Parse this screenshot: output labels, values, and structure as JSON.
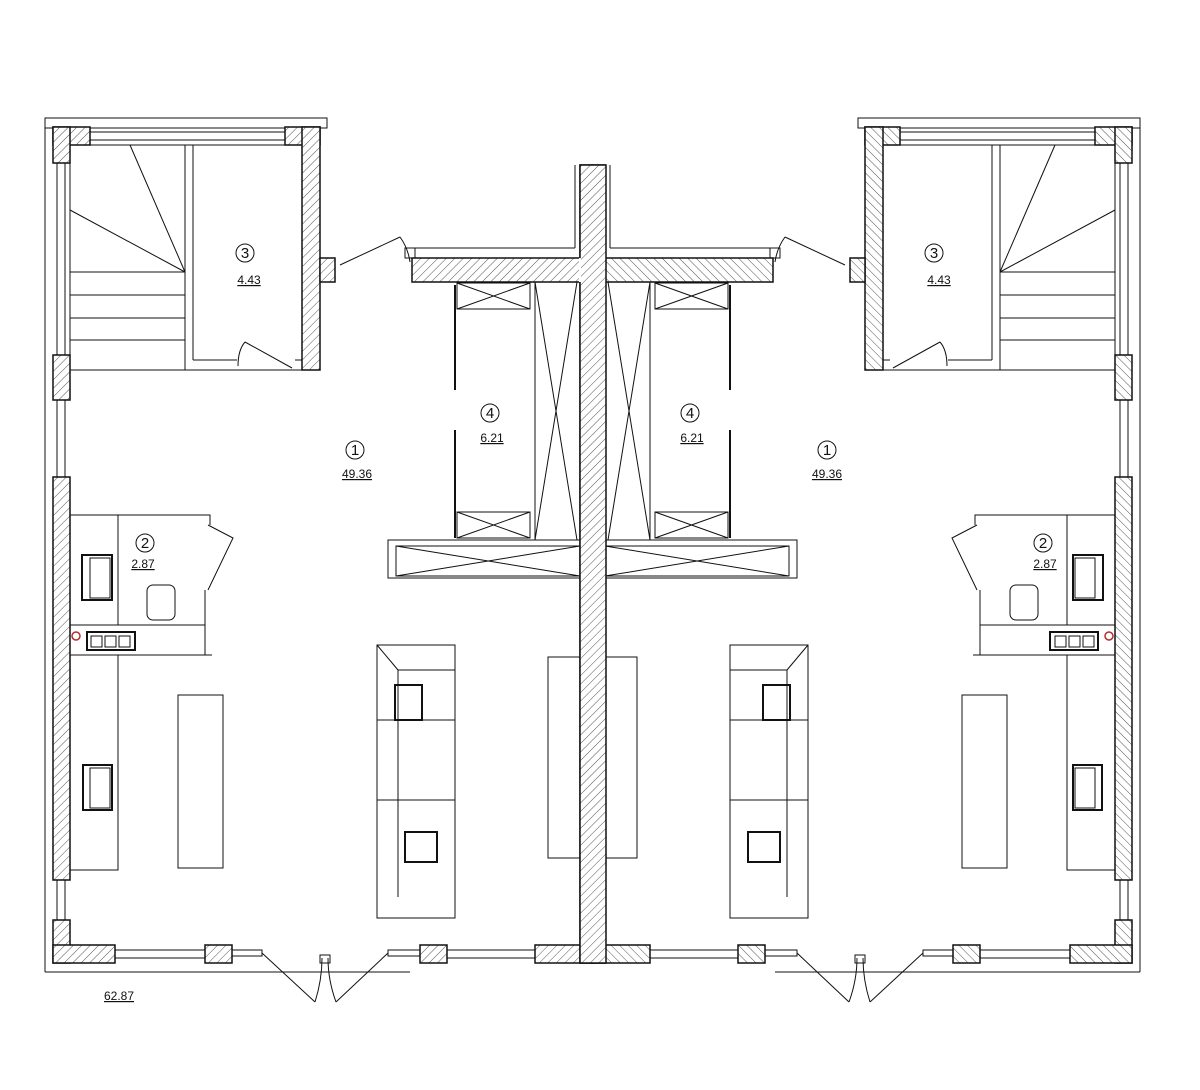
{
  "rooms": {
    "left": [
      {
        "number": "1",
        "area": "49.36"
      },
      {
        "number": "2",
        "area": "2.87"
      },
      {
        "number": "3",
        "area": "4.43"
      },
      {
        "number": "4",
        "area": "6.21"
      }
    ],
    "right": [
      {
        "number": "1",
        "area": "49.36"
      },
      {
        "number": "2",
        "area": "2.87"
      },
      {
        "number": "3",
        "area": "4.43"
      },
      {
        "number": "4",
        "area": "6.21"
      }
    ]
  },
  "total_area": "62.87",
  "colors": {
    "line": "#111111",
    "accent": "#b03030"
  }
}
